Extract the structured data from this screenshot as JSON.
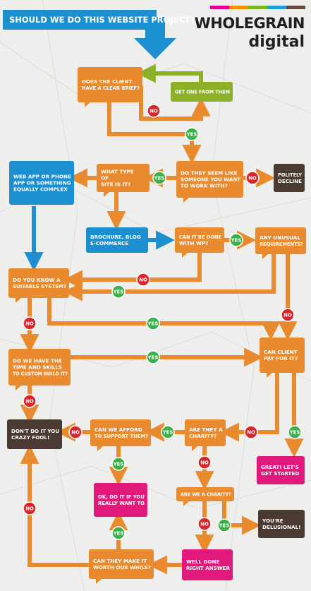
{
  "title": "SHOULD WE DO THIS WEBSITE PROJECT?",
  "brand": {
    "line1": "WHOLEGRAIN",
    "line2": "digital",
    "stripe_colors": [
      "#e2008a",
      "#f29100",
      "#7ab526",
      "#1d9fd8",
      "#5f4b3e"
    ]
  },
  "colors": {
    "orange": "#e88a2d",
    "blue": "#1b8fd0",
    "green": "#3cb04a",
    "red": "#d9262c",
    "pink": "#e2197c",
    "brown": "#4a3a32",
    "olive": "#8cb027",
    "paper": "#eeeeec"
  },
  "nodes": {
    "clear_brief": [
      "DOES THE CLIENT",
      "HAVE A CLEAR BRIEF?"
    ],
    "get_one": [
      "GET ONE FROM THEM"
    ],
    "seem_like": [
      "DO THEY SEEM LIKE",
      "SOMEONE YOU WANT",
      "TO WORK WITH?"
    ],
    "politely_decline": [
      "POLITELY",
      "DECLINE"
    ],
    "site_type": [
      "WHAT TYPE",
      "OF",
      "SITE IS IT?"
    ],
    "web_app": [
      "WEB APP OR PHONE",
      "APP OR SOMETHING",
      "EQUALLY COMPLEX"
    ],
    "brochure": [
      "BROCHURE, BLOG",
      "E-COMMERCE"
    ],
    "done_wp": [
      "CAN IT BE DONE",
      "WITH WP?"
    ],
    "unusual": [
      "ANY UNUSUAL",
      "REQUIREMENTS?"
    ],
    "know_system": [
      "DO YOU KNOW A",
      "SUITABLE SYSTEM?"
    ],
    "time_skills": [
      "DO WE HAVE THE",
      "TIME AND SKILLS",
      "TO CUSTOM BUILD IT?"
    ],
    "can_pay": [
      "CAN CLIENT",
      "PAY FOR IT?"
    ],
    "dont_do": [
      "DON'T DO IT YOU",
      "CRAZY FOOL!"
    ],
    "afford_support": [
      "CAN WE AFFORD",
      "TO SUPPORT THEM?"
    ],
    "are_charity": [
      "ARE THEY A",
      "CHARITY?"
    ],
    "great": [
      "GREAT! LET'S",
      "GET STARTED"
    ],
    "ok_do": [
      "OK, DO IT IF YOU",
      "REALLY WANT TO"
    ],
    "we_charity": [
      "ARE WE A CHARITY?"
    ],
    "delusional": [
      "YOU'RE",
      "DELUSIONAL!"
    ],
    "worth_while": [
      "CAN THEY MAKE IT",
      "WORTH OUR WHILE?"
    ],
    "well_done": [
      "WELL DONE",
      "RIGHT ANSWER"
    ]
  },
  "labels": {
    "yes": "YES",
    "no": "NO"
  }
}
